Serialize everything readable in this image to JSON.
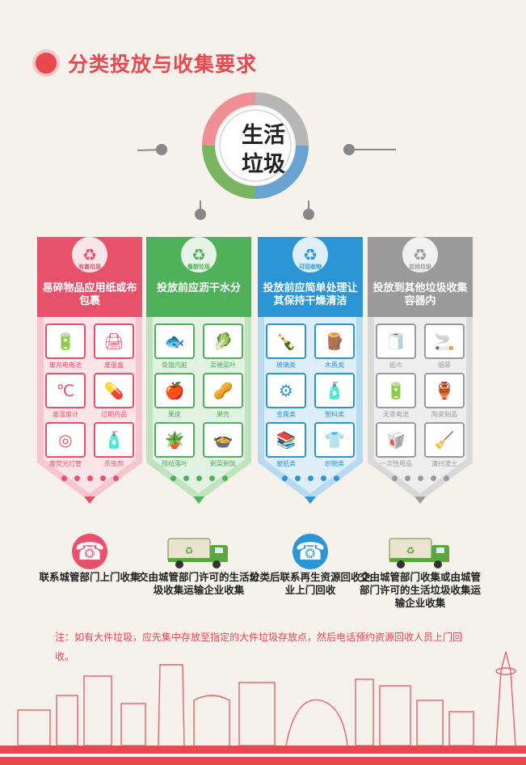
{
  "title": "分类投放与收集要求",
  "hub": {
    "line1": "生活",
    "line2": "垃圾",
    "colors": [
      "#ef8f95",
      "#b6b6b6",
      "#6aa3cf",
      "#79b461"
    ]
  },
  "columns": [
    {
      "id": "hazardous",
      "color": "#e8516a",
      "light": "#f6c5cd",
      "icon_name": "hazardous-waste-icon",
      "icon_caption": "有害垃圾",
      "title": "易碎物品应用纸或布包裹",
      "items": [
        {
          "label": "废充电电池",
          "icon": "battery-icon",
          "glyph": "🔋"
        },
        {
          "label": "废墨盒",
          "icon": "ink-cartridge-icon",
          "glyph": "🖨"
        },
        {
          "label": "废温度计",
          "icon": "thermometer-icon",
          "glyph": "℃"
        },
        {
          "label": "过期药品",
          "icon": "medicine-icon",
          "glyph": "💊"
        },
        {
          "label": "废荧光灯管",
          "icon": "fluorescent-tube-icon",
          "glyph": "◎"
        },
        {
          "label": "杀虫剂",
          "icon": "spray-can-icon",
          "glyph": "🧴"
        }
      ],
      "tool": "phone",
      "action": "联系城管部门上门收集"
    },
    {
      "id": "food",
      "color": "#4fb25a",
      "light": "#bfe3bf",
      "icon_name": "food-waste-icon",
      "icon_caption": "餐厨垃圾",
      "title": "投放前应沥干水分",
      "items": [
        {
          "label": "骨骼内脏",
          "icon": "fish-bone-icon",
          "glyph": "🐟"
        },
        {
          "label": "菜梗菜叶",
          "icon": "vegetable-leaf-icon",
          "glyph": "🥬"
        },
        {
          "label": "果皮",
          "icon": "fruit-peel-icon",
          "glyph": "🍎"
        },
        {
          "label": "果壳",
          "icon": "nut-shell-icon",
          "glyph": "🥜"
        },
        {
          "label": "残枝落叶",
          "icon": "potted-plant-icon",
          "glyph": "🪴"
        },
        {
          "label": "剩菜剩饭",
          "icon": "leftover-bowl-icon",
          "glyph": "🍲"
        }
      ],
      "tool": "truck",
      "action": "交由城管部门许可的生活垃圾收集运输企业收集"
    },
    {
      "id": "recyclable",
      "color": "#2b95d6",
      "light": "#b7daf1",
      "icon_name": "recycle-icon",
      "icon_caption": "可回收物",
      "title": "投放前应简单处理让其保持干燥清洁",
      "items": [
        {
          "label": "玻璃类",
          "icon": "glass-bottle-icon",
          "glyph": "🍾"
        },
        {
          "label": "木质类",
          "icon": "wood-icon",
          "glyph": "🪵"
        },
        {
          "label": "金属类",
          "icon": "metal-icon",
          "glyph": "⚙"
        },
        {
          "label": "塑料类",
          "icon": "plastic-bottle-icon",
          "glyph": "🧴"
        },
        {
          "label": "废纸类",
          "icon": "paper-stack-icon",
          "glyph": "📚"
        },
        {
          "label": "织物类",
          "icon": "clothing-icon",
          "glyph": "👕"
        }
      ],
      "tool": "phone",
      "action": "分类后联系再生资源回收企业上门回收"
    },
    {
      "id": "other",
      "color": "#9a9a9a",
      "light": "#d9d9d9",
      "icon_name": "other-waste-icon",
      "icon_caption": "其他垃圾",
      "title": "投放到其他垃圾收集容器内",
      "items": [
        {
          "label": "纸巾",
          "icon": "tissue-icon",
          "glyph": "🧻"
        },
        {
          "label": "烟蒂",
          "icon": "cigarette-icon",
          "glyph": "🚬"
        },
        {
          "label": "无汞电池",
          "icon": "dry-battery-icon",
          "glyph": "🔋"
        },
        {
          "label": "陶瓷制品",
          "icon": "ceramics-icon",
          "glyph": "🏺"
        },
        {
          "label": "一次性用品",
          "icon": "disposable-box-icon",
          "glyph": "🥡"
        },
        {
          "label": "清扫渣土",
          "icon": "broom-icon",
          "glyph": "🧹"
        }
      ],
      "tool": "truck",
      "action": "交由城管部门收集或由城管部门许可的生活垃圾收集运输企业收集"
    }
  ],
  "note": "注：如有大件垃圾，应先集中存放至指定的大件垃圾存放点，然后电话预约资源回收人员上门回收。"
}
